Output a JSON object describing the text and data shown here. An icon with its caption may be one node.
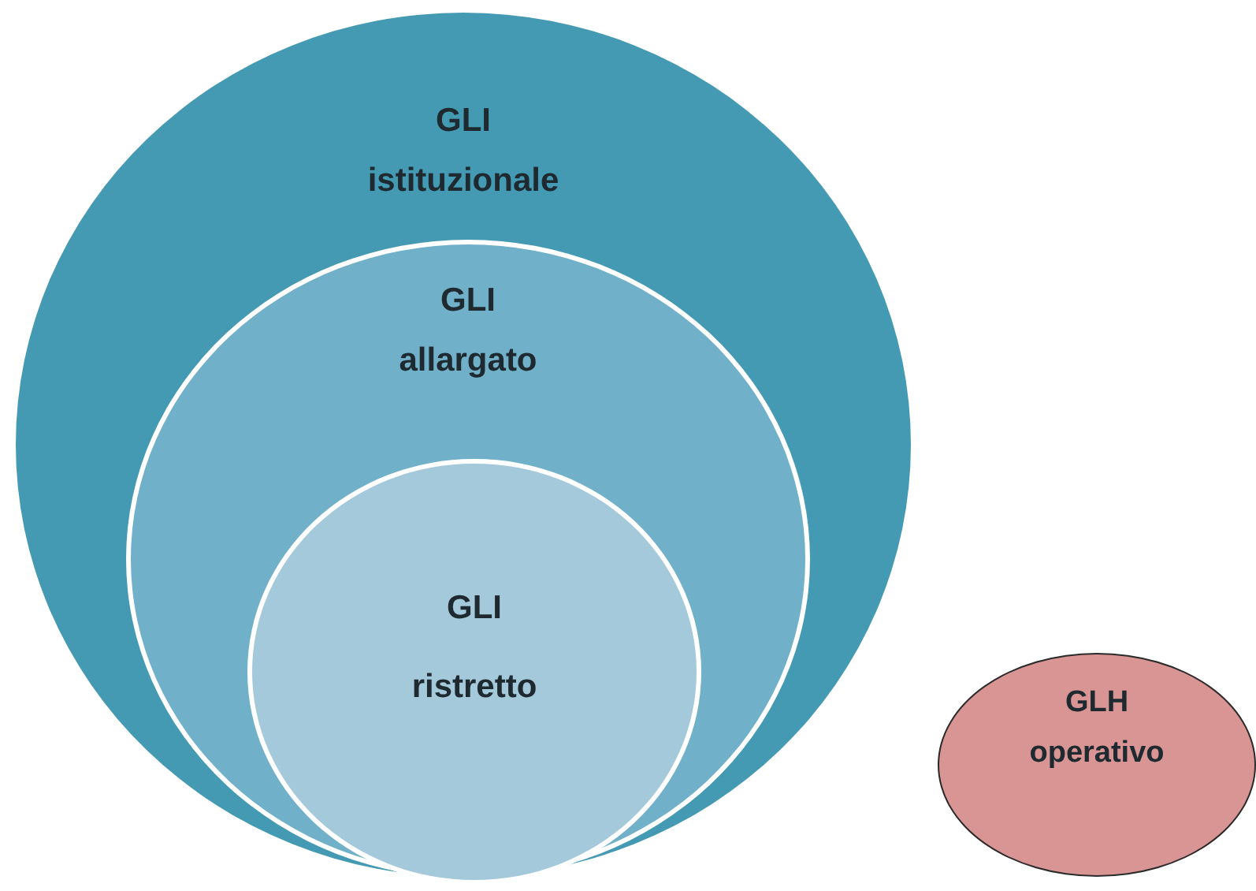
{
  "diagram": {
    "nodes": [
      {
        "text": [
          "GLI",
          "istituzionale"
        ]
      },
      {
        "text": [
          "GLI",
          "allargato"
        ],
        "in": 0
      },
      {
        "text": [
          "GLI",
          "ristretto"
        ],
        "in": 1
      },
      {
        "text": [
          "GLH",
          "operativo"
        ]
      }
    ]
  }
}
